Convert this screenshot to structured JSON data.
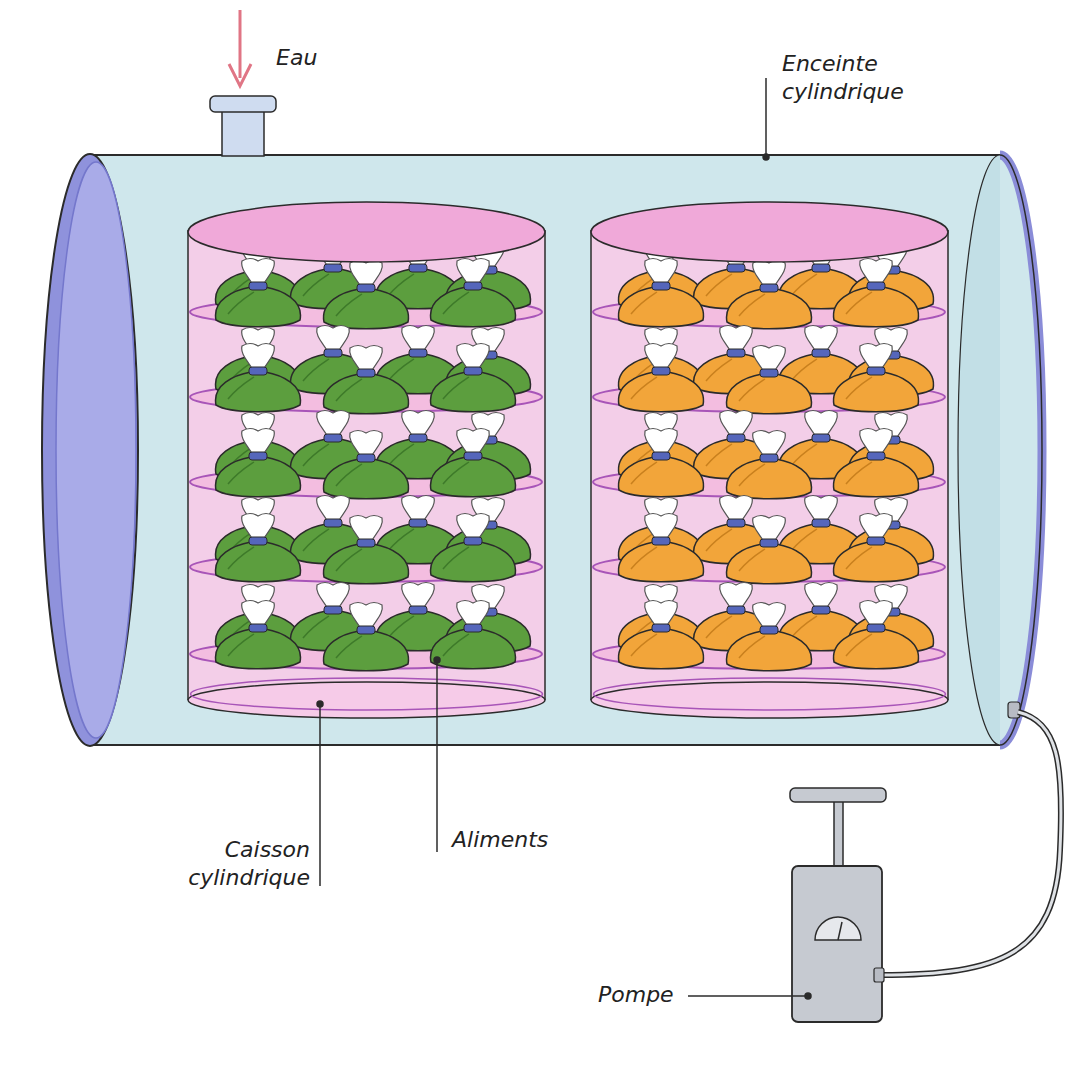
{
  "diagram": {
    "labels": [
      "Eau",
      "Enceinte cylindrique",
      "Caisson cylindrique",
      "Aliments",
      "Pompe"
    ]
  }
}
